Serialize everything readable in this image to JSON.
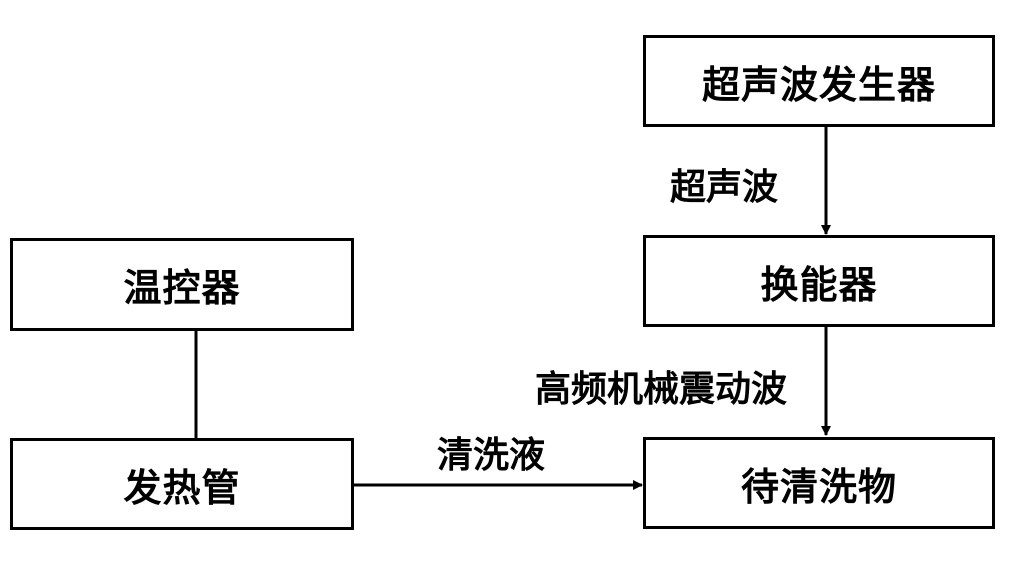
{
  "nodes": {
    "ultrasonic_generator": "超声波发生器",
    "transducer": "换能器",
    "object_to_clean": "待清洗物",
    "thermostat": "温控器",
    "heating_tube": "发热管"
  },
  "edges": {
    "generator_to_transducer": "超声波",
    "transducer_to_object": "高频机械震动波",
    "heater_to_object": "清洗液"
  },
  "colors": {
    "stroke": "#000000",
    "background": "#ffffff"
  }
}
